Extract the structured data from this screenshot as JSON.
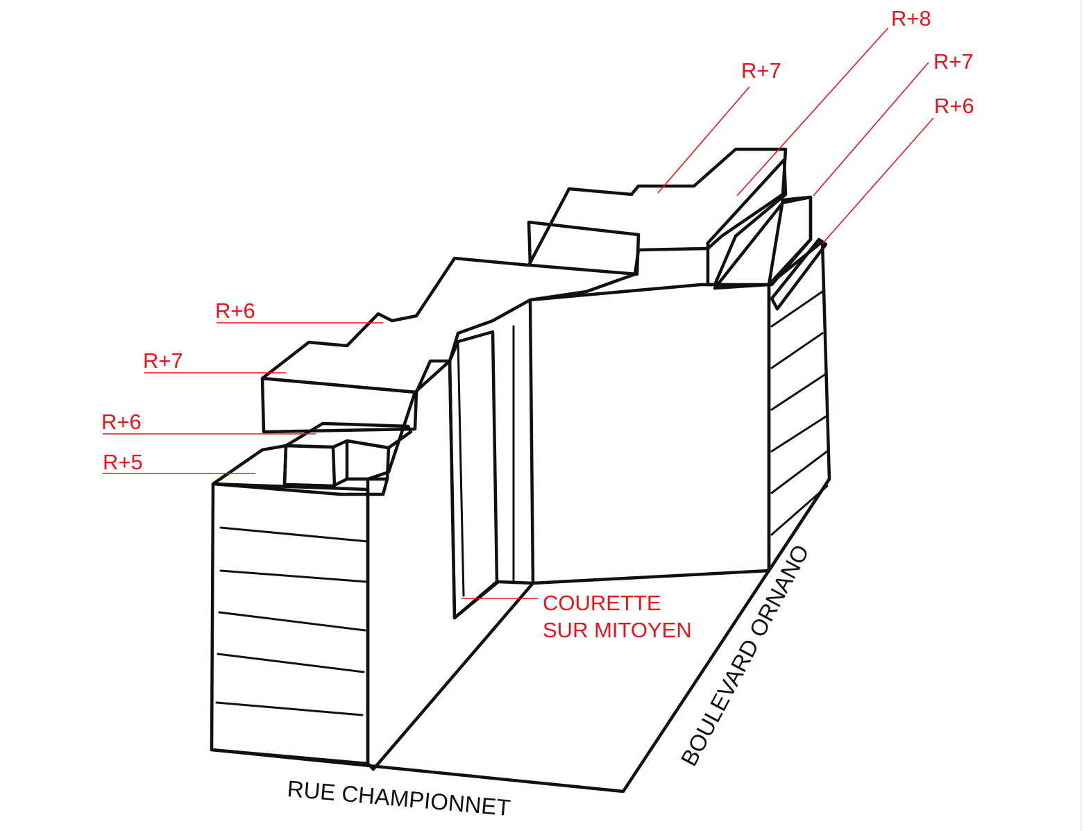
{
  "colors": {
    "roof": "#cbcf9a",
    "party_wall": "#eef0f2",
    "facade": "#ffffff",
    "annotation": "#e8141b",
    "ink": "#111111"
  },
  "labels": {
    "left_r6_upper": "R+6",
    "left_r7": "R+7",
    "left_r6_lower": "R+6",
    "left_r5": "R+5",
    "top_r7": "R+7",
    "top_r8": "R+8",
    "right_r7": "R+7",
    "right_r6": "R+6",
    "courette_line1": "COURETTE",
    "courette_line2": "SUR MITOYEN"
  },
  "streets": {
    "rue": "RUE CHAMPIONNET",
    "boulevard": "BOULEVARD ORNANO"
  }
}
